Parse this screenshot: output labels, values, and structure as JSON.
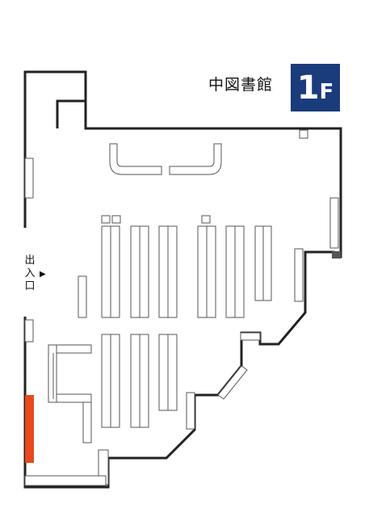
{
  "title": "中図書館",
  "floor": {
    "number": "1",
    "suffix": "F",
    "bg_color": "#1a3c7c",
    "text_color": "#ffffff"
  },
  "entrance": {
    "chars": [
      "出",
      "入",
      "口"
    ],
    "arrow": "▶"
  },
  "colors": {
    "wall": "#222222",
    "fixture": "#555555",
    "highlight": "#e8491f"
  },
  "icons": [
    "entrance-arrow-icon"
  ]
}
